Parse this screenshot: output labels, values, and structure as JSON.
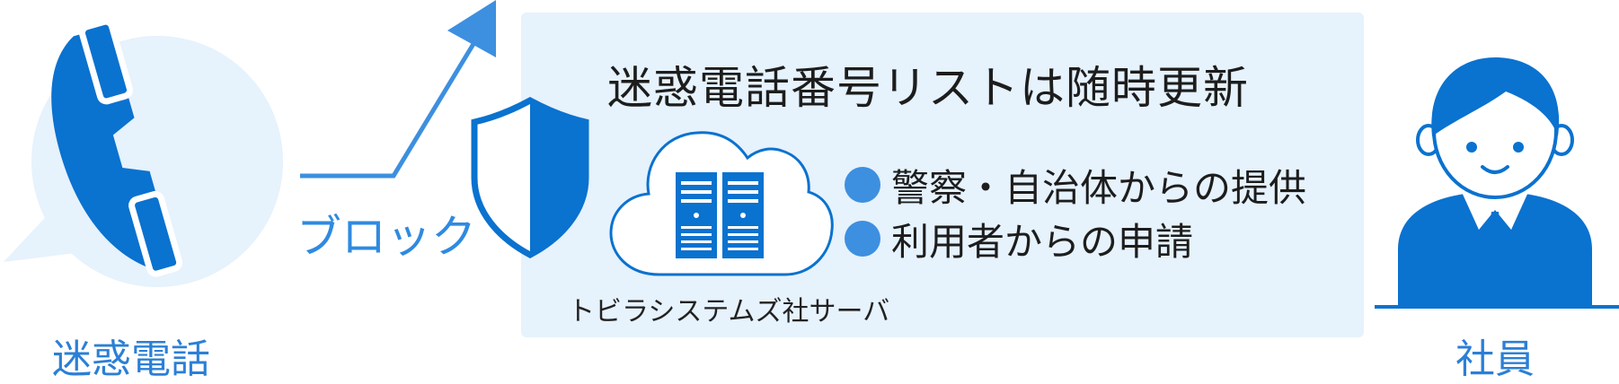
{
  "panel": {
    "title": "迷惑電話番号リストは随時更新",
    "bullets": [
      "警察・自治体からの提供",
      "利用者からの申請"
    ],
    "server_caption": "トビラシステムズ社サーバ"
  },
  "labels": {
    "caller": "迷惑電話",
    "block": "ブロック",
    "employee": "社員"
  },
  "icons": {
    "caller": "phone-handset-icon",
    "block_arrow": "arrow-up-right-icon",
    "shield": "shield-icon",
    "cloud": "cloud-server-icon",
    "employee": "employee-avatar-icon"
  },
  "colors": {
    "primary_blue": "#0a72cf",
    "light_blue": "#e6f2fc",
    "accent_blue": "#3d8fe0",
    "label_blue": "#2b7fd6",
    "text_dark": "#1d1d1d"
  }
}
